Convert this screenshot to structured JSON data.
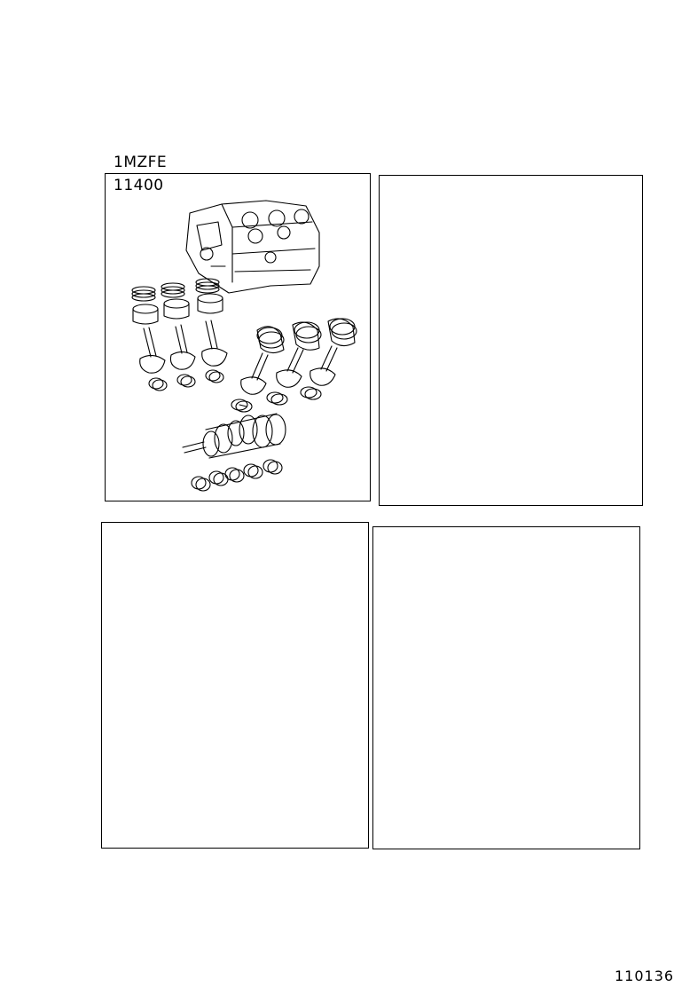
{
  "engine_code": "1MZFE",
  "part_number": "11400",
  "sheet_number": "110136",
  "illustration": {
    "depicts": [
      "cylinder block",
      "pistons with rings",
      "connecting rods",
      "connecting rod bearings",
      "crankshaft",
      "crankshaft bearings"
    ]
  }
}
